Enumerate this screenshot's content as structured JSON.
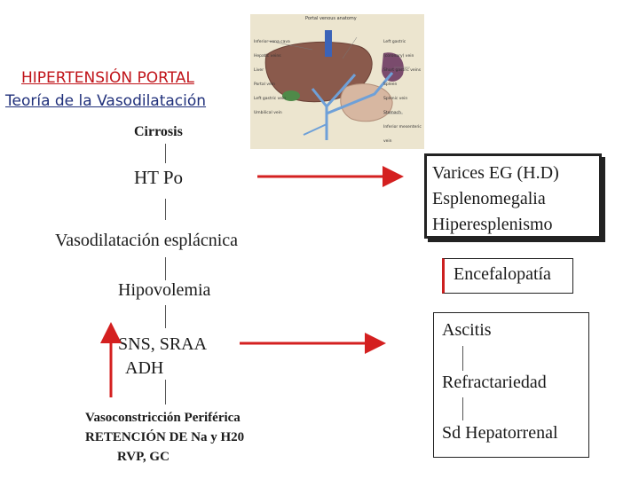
{
  "title": {
    "line1": "HIPERTENSIÓN PORTAL",
    "line2": "Teoría de la Vasodilatación"
  },
  "anatomy_image": {
    "heading": "Portal venous anatomy",
    "labels_left": [
      "Inferior vena cava",
      "Hepatic veins",
      "Liver",
      "Portal vein",
      "Left gastric vein",
      "Umbilical vein"
    ],
    "labels_right": [
      "Left gastric (coronary) vein",
      "Short gastric veins",
      "Spleen",
      "Splenic vein",
      "Stomach",
      "Inferior mesenteric vein"
    ]
  },
  "flow": {
    "cirrosis": "Cirrosis",
    "ht_po": "HT Po",
    "vasodilatacion": "Vasodilatación esplácnica",
    "hipovolemia": "Hipovolemia",
    "sns_line1": "SNS, SRAA",
    "sns_line2": "ADH",
    "vaso_line1": "Vasoconstricción Periférica",
    "vaso_line2": "RETENCIÓN DE Na y H20",
    "vaso_line3": "RVP, GC"
  },
  "boxes": {
    "varices": [
      "Varices EG   (H.D)",
      "Esplenomegalia",
      "Hiperesplenismo"
    ],
    "encefalopatia": "Encefalopatía",
    "ascitis": "Ascitis",
    "refractariedad": "Refractariedad",
    "sd_hepatorrenal": "Sd Hepatorrenal"
  },
  "colors": {
    "arrow_red": "#d42020",
    "title_red": "#c0141a",
    "title_blue": "#1f2f7a"
  }
}
